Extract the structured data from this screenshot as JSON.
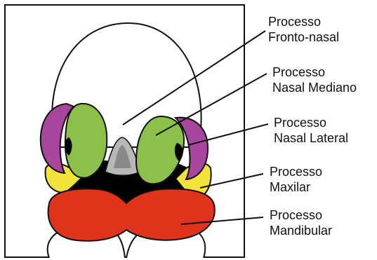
{
  "colors": {
    "frontonasal": "#ffffff",
    "nasal_mediano": "#8cc04a",
    "nasal_lateral": "#a8459c",
    "maxilar": "#f2e33a",
    "mandibular": "#e0331b",
    "stomodeum": "#000000",
    "outline": "#111111"
  },
  "labels": {
    "fronto_nasal": [
      "Processo",
      "Fronto-nasal"
    ],
    "nasal_mediano": [
      "Processo",
      "Nasal Mediano"
    ],
    "nasal_lateral": [
      "Processo",
      "Nasal Lateral"
    ],
    "maxilar": [
      "Processo",
      "Maxilar"
    ],
    "mandibular": [
      "Processo",
      "Mandibular"
    ]
  }
}
